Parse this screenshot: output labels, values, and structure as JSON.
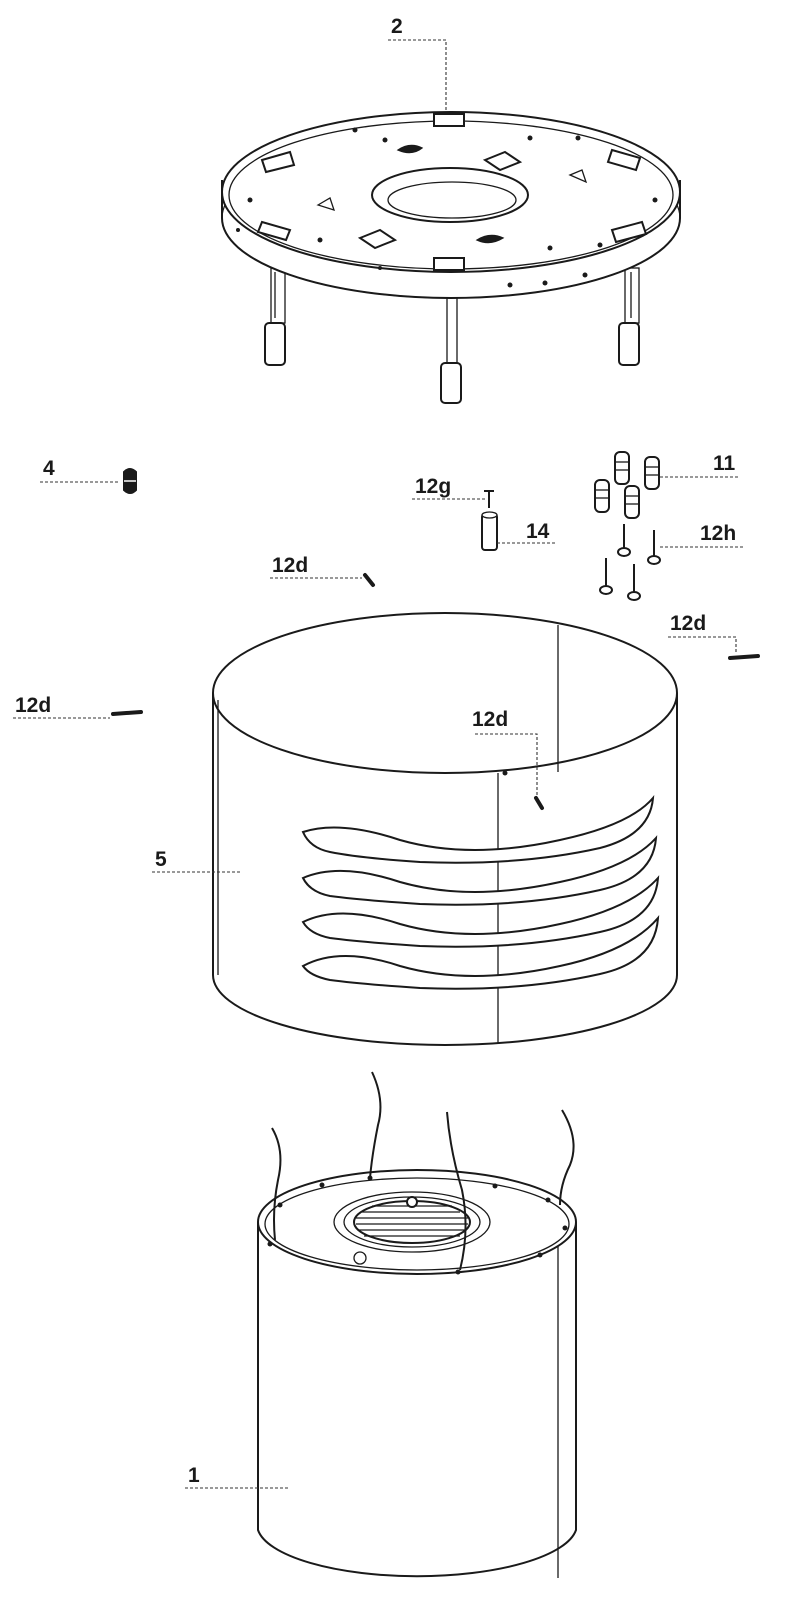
{
  "labels": {
    "part_2": "2",
    "part_4": "4",
    "part_11": "11",
    "part_12g": "12g",
    "part_14": "14",
    "part_12h": "12h",
    "part_12d_a": "12d",
    "part_12d_b": "12d",
    "part_12d_c": "12d",
    "part_12d_d": "12d",
    "part_5": "5",
    "part_1": "1"
  }
}
